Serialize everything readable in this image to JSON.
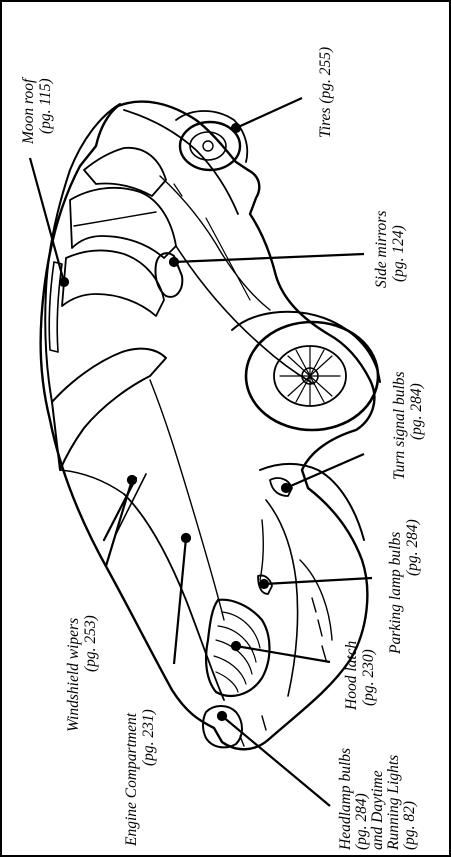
{
  "diagram": {
    "labels": [
      {
        "id": "moon-roof",
        "lines": [
          "Moon roof",
          "(pg. 115)"
        ]
      },
      {
        "id": "tires",
        "lines": [
          "Tires (pg. 255)"
        ]
      },
      {
        "id": "side-mirrors",
        "lines": [
          "Side mirrors",
          "(pg. 124)"
        ]
      },
      {
        "id": "turn-signal-bulbs",
        "lines": [
          "Turn signal bulbs",
          "(pg. 284)"
        ]
      },
      {
        "id": "parking-lamp-bulbs",
        "lines": [
          "Parking lamp bulbs",
          "(pg. 284)"
        ]
      },
      {
        "id": "hood-latch",
        "lines": [
          "Hood latch",
          "(pg. 230)"
        ]
      },
      {
        "id": "headlamp-bulbs",
        "lines": [
          "Headlamp bulbs",
          "(pg. 284)",
          "and Daytime",
          "Running Lights",
          "(pg. 82)"
        ]
      },
      {
        "id": "engine-compartment",
        "lines": [
          "Engine Compartment",
          "(pg. 231)"
        ]
      },
      {
        "id": "windshield-wipers",
        "lines": [
          "Windshield wipers",
          "(pg. 253)"
        ]
      }
    ]
  }
}
